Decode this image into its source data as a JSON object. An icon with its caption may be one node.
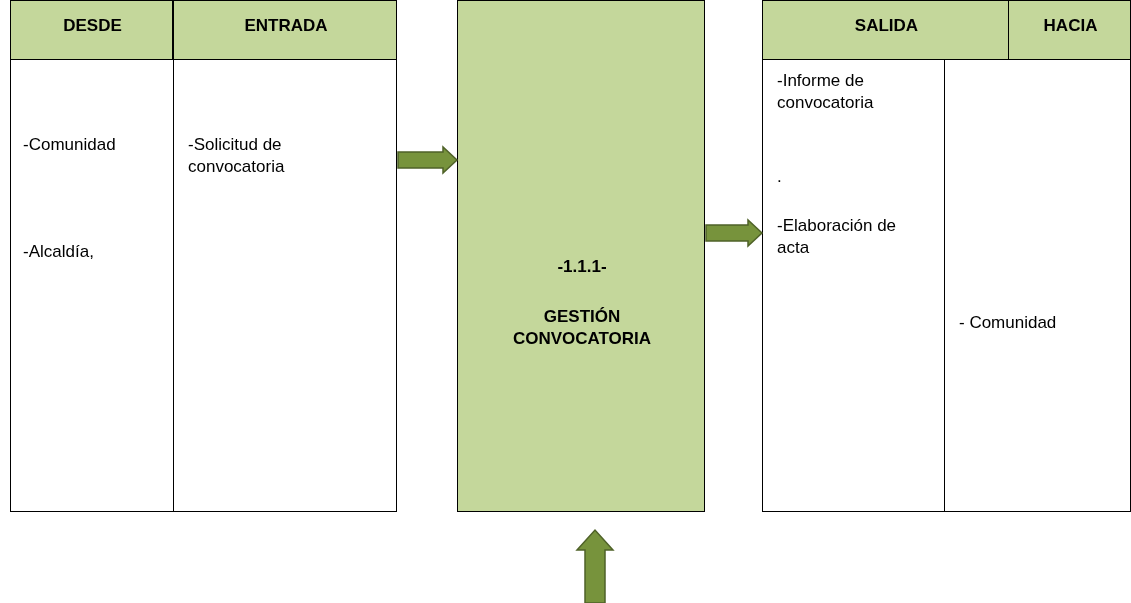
{
  "diagram": {
    "nodes": [
      {
        "text": [
          "DESDE"
        ]
      },
      {
        "text": [
          "ENTRADA"
        ]
      },
      {
        "text": [
          "-Comunidad",
          "-Alcaldía,"
        ]
      },
      {
        "text": [
          "-Solicitud de convocatoria"
        ]
      },
      {
        "text": [
          "-1.1.1-",
          "GESTIÓN CONVOCATORIA"
        ]
      },
      {
        "text": [
          "SALIDA"
        ]
      },
      {
        "text": [
          "HACIA"
        ]
      },
      {
        "text": [
          "-Informe de convocatoria",
          ".",
          "-Elaboración de acta"
        ]
      },
      {
        "text": [
          "- Comunidad"
        ]
      }
    ],
    "edges": [
      {
        "from": 3,
        "to": 4,
        "arrow": "to"
      },
      {
        "from": 4,
        "to": 7,
        "arrow": "to"
      },
      {
        "from": null,
        "to": 4,
        "arrow": "to"
      }
    ]
  }
}
